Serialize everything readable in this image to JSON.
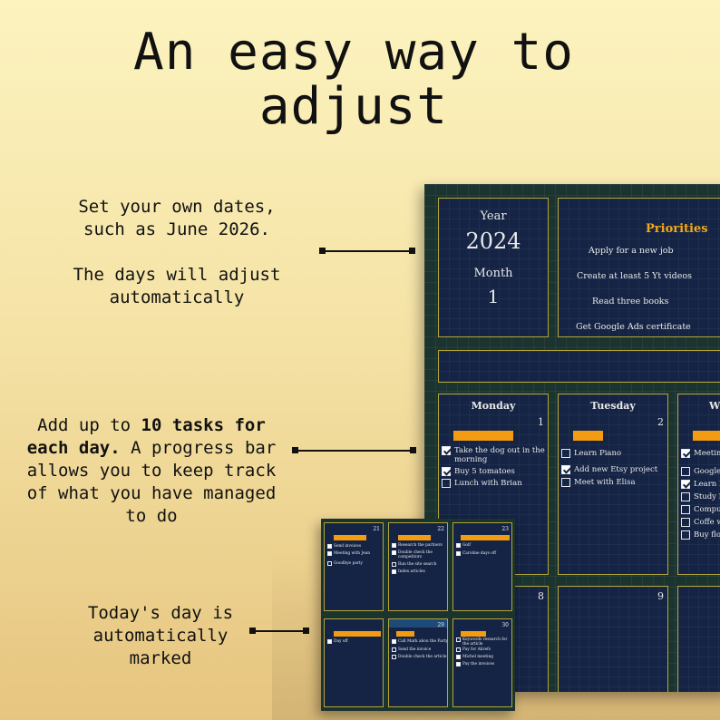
{
  "headline": [
    "An easy way to",
    "adjust"
  ],
  "notes": {
    "dates": [
      "Set your own dates,",
      "such as June 2026.",
      "",
      "The days will adjust",
      "automatically"
    ],
    "tasks_prefix": "Add up to ",
    "tasks_bold": "10 tasks for each day.",
    "tasks_suffix": " A progress bar allows you to keep track of what you have managed to do",
    "today": [
      "Today's day is",
      "automatically",
      "marked"
    ]
  },
  "planner": {
    "year_label": "Year",
    "year_value": "2024",
    "month_label": "Month",
    "month_value": "1",
    "priorities_title": "Priorities",
    "priorities": [
      "Apply for a new job",
      "Create at least 5 Yt videos",
      "Read three books",
      "Get Google Ads certificate"
    ],
    "days": [
      {
        "name": "Monday",
        "num": "1",
        "progress": 0.66,
        "tasks": [
          {
            "text": "Take the dog out in the morning",
            "done": true
          },
          {
            "text": "Buy 5 tomatoes",
            "done": true
          },
          {
            "text": "Lunch with Brian",
            "done": false
          }
        ]
      },
      {
        "name": "Tuesday",
        "num": "2",
        "progress": 0.33,
        "tasks": [
          {
            "text": "Learn Piano",
            "done": false
          },
          {
            "text": "Add new Etsy project",
            "done": true
          },
          {
            "text": "Meet with Elisa",
            "done": false
          }
        ]
      },
      {
        "name": "We",
        "num": "",
        "progress": 0.4,
        "tasks": [
          {
            "text": "Meeting",
            "done": true
          },
          {
            "text": "Google A",
            "done": false
          },
          {
            "text": "Learn Pi",
            "done": true
          },
          {
            "text": "Study Fr",
            "done": false
          },
          {
            "text": "Comput",
            "done": false
          },
          {
            "text": "Coffe wi",
            "done": false
          },
          {
            "text": "Buy flow",
            "done": false
          }
        ]
      }
    ],
    "row2_nums": [
      "8",
      "9"
    ]
  },
  "mini": {
    "cells": [
      {
        "num": "21",
        "tasks": [
          {
            "text": "Send invoices",
            "done": true
          },
          {
            "text": "Meeting with Jean",
            "done": true
          },
          {
            "text": "Goodbye party",
            "done": false
          }
        ]
      },
      {
        "num": "22",
        "tasks": [
          {
            "text": "Research the partners",
            "done": true
          },
          {
            "text": "Double check the competitors",
            "done": true
          },
          {
            "text": "Run the site search",
            "done": false
          },
          {
            "text": "Index articles",
            "done": true
          }
        ]
      },
      {
        "num": "23",
        "tasks": [
          {
            "text": "Golf",
            "done": true
          },
          {
            "text": "Caroline days off",
            "done": true
          }
        ]
      },
      {
        "num": "",
        "tasks": [
          {
            "text": "Day off",
            "done": true
          }
        ]
      },
      {
        "num": "29",
        "today": true,
        "tasks": [
          {
            "text": "Call Mark abou the Party",
            "done": true
          },
          {
            "text": "Send the invoice",
            "done": false
          },
          {
            "text": "Double check the article",
            "done": false
          }
        ]
      },
      {
        "num": "30",
        "tasks": [
          {
            "text": "Keywords research for the article",
            "done": false
          },
          {
            "text": "Pay for Ahrefs",
            "done": false
          },
          {
            "text": "Michel meeting",
            "done": true
          },
          {
            "text": "Pay the invoices",
            "done": true
          }
        ]
      }
    ]
  }
}
